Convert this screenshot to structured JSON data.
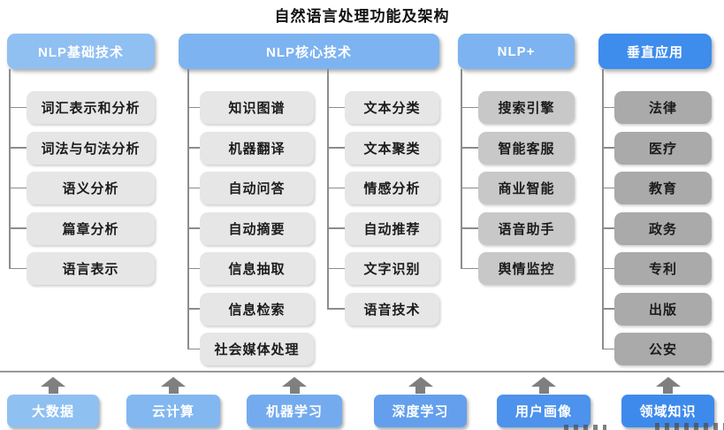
{
  "title": "自然语言处理功能及架构",
  "line_color": "#8c8c8c",
  "columns": [
    {
      "id": "nlp-basic",
      "header": "NLP基础技术",
      "header_color": "#90BFF2",
      "item_color": "#E6E6E6",
      "groups": [
        {
          "items": [
            "词汇表示和分析",
            "词法与句法分析",
            "语义分析",
            "篇章分析",
            "语言表示"
          ]
        }
      ]
    },
    {
      "id": "nlp-core",
      "header": "NLP核心技术",
      "header_color": "#7DB3F0",
      "item_color": "#E6E6E6",
      "groups": [
        {
          "items": [
            "知识图谱",
            "机器翻译",
            "自动问答",
            "自动摘要",
            "信息抽取",
            "信息检索",
            "社会媒体处理"
          ]
        },
        {
          "items": [
            "文本分类",
            "文本聚类",
            "情感分析",
            "自动推荐",
            "文字识别",
            "语音技术"
          ]
        }
      ]
    },
    {
      "id": "nlp-plus",
      "header": "NLP+",
      "header_color": "#7DB3F0",
      "item_color": "#C8C8C8",
      "groups": [
        {
          "items": [
            "搜索引擎",
            "智能客服",
            "商业智能",
            "语音助手",
            "舆情监控"
          ]
        }
      ]
    },
    {
      "id": "vertical-apps",
      "header": "垂直应用",
      "header_color": "#3E8CEC",
      "item_color": "#AAAAAA",
      "groups": [
        {
          "items": [
            "法律",
            "医疗",
            "教育",
            "政务",
            "专利",
            "出版",
            "公安"
          ]
        }
      ]
    }
  ],
  "foundation": {
    "arrow_color": "#7f7f7f",
    "items": [
      {
        "label": "大数据",
        "color": "#8FC0F2"
      },
      {
        "label": "云计算",
        "color": "#82B7F0"
      },
      {
        "label": "机器学习",
        "color": "#74ABEE"
      },
      {
        "label": "深度学习",
        "color": "#639FEC"
      },
      {
        "label": "用户画像",
        "color": "#4D92EC"
      },
      {
        "label": "领域知识",
        "color": "#3E8AEC"
      }
    ]
  }
}
